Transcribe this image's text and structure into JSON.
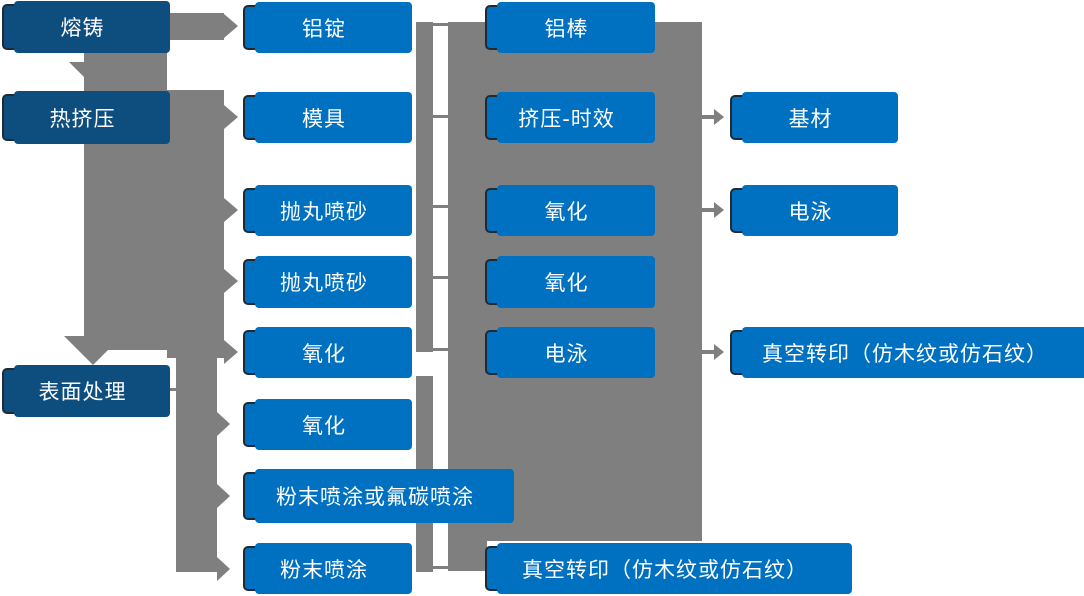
{
  "diagram": {
    "description": "aluminum profile process flow diagram",
    "colors": {
      "node_fill": "#0070c0",
      "stage_node_fill": "#0e4e7e",
      "node_border": "#1f2a33",
      "connector_gray": "#7f7f7f",
      "text": "#ffffff"
    },
    "nodes": [
      {
        "label": "熔铸",
        "column": 1
      },
      {
        "label": "热挤压",
        "column": 1
      },
      {
        "label": "表面处理",
        "column": 1
      },
      {
        "label": "铝锭",
        "column": 2
      },
      {
        "label": "模具",
        "column": 2
      },
      {
        "label": "抛丸喷砂",
        "column": 2
      },
      {
        "label": "抛丸喷砂",
        "column": 2
      },
      {
        "label": "氧化",
        "column": 2
      },
      {
        "label": "氧化",
        "column": 2
      },
      {
        "label": "粉末喷涂或氟碳喷涂",
        "column": 2
      },
      {
        "label": "粉末喷涂",
        "column": 2
      },
      {
        "label": "铝棒",
        "column": 3
      },
      {
        "label": "挤压-时效",
        "column": 3
      },
      {
        "label": "氧化",
        "column": 3
      },
      {
        "label": "氧化",
        "column": 3
      },
      {
        "label": "电泳",
        "column": 3
      },
      {
        "label": "真空转印（仿木纹或仿石纹）",
        "column": 3
      },
      {
        "label": "基材",
        "column": 4
      },
      {
        "label": "电泳",
        "column": 4
      },
      {
        "label": "真空转印（仿木纹或仿石纹）",
        "column": 4
      }
    ]
  }
}
